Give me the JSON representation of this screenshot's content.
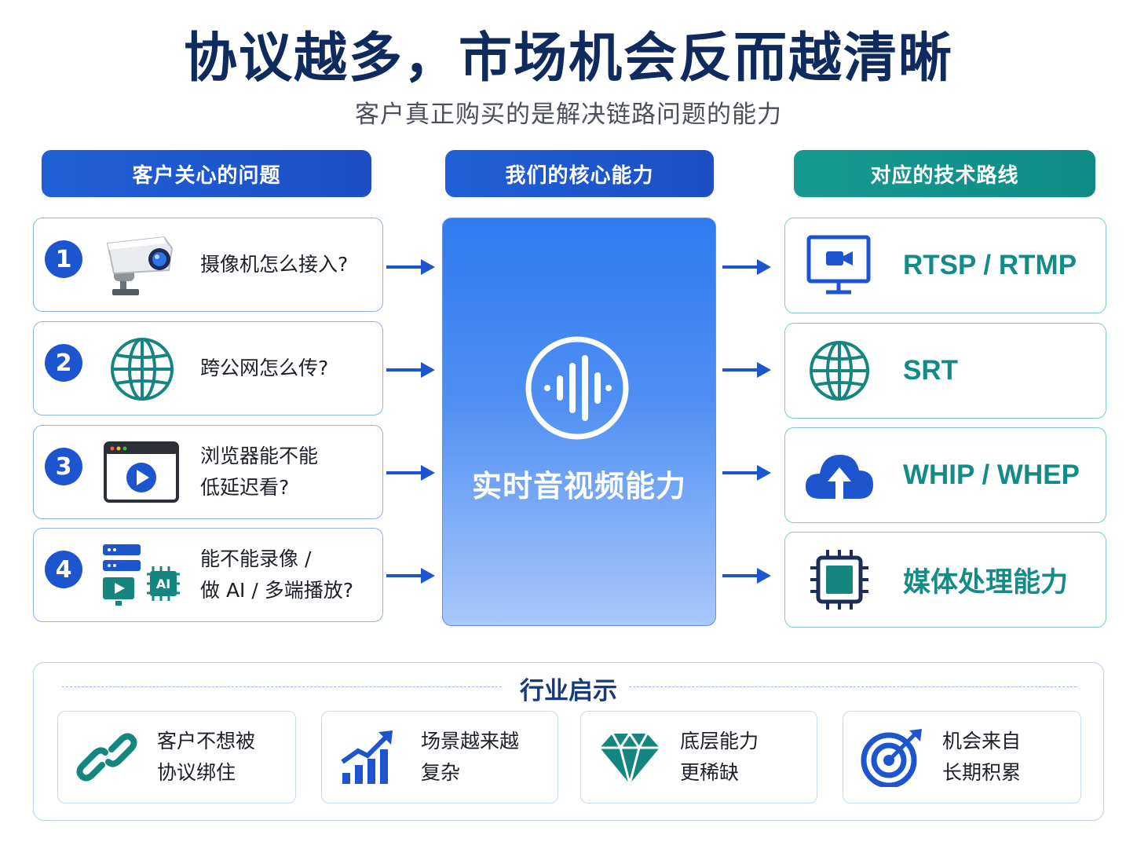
{
  "title": "协议越多，市场机会反而越清晰",
  "subtitle": "客户真正购买的是解决链路问题的能力",
  "columns": {
    "left": "客户关心的问题",
    "middle": "我们的核心能力",
    "right": "对应的技术路线"
  },
  "questions": [
    {
      "num": "1",
      "line1": "摄像机怎么接入?",
      "line2": "",
      "icon": "security-camera-icon"
    },
    {
      "num": "2",
      "line1": "跨公网怎么传?",
      "line2": "",
      "icon": "globe-icon"
    },
    {
      "num": "3",
      "line1": "浏览器能不能",
      "line2": "低延迟看?",
      "icon": "browser-play-icon"
    },
    {
      "num": "4",
      "line1": "能不能录像 /",
      "line2": "做 AI / 多端播放?",
      "icon": "server-ai-icon"
    }
  ],
  "core": {
    "label": "实时音视频能力",
    "icon": "audio-wave-icon"
  },
  "tech": [
    {
      "label": "RTSP / RTMP",
      "icon": "monitor-camera-icon"
    },
    {
      "label": "SRT",
      "icon": "globe-icon"
    },
    {
      "label": "WHIP / WHEP",
      "icon": "cloud-upload-icon"
    },
    {
      "label": "媒体处理能力",
      "icon": "chip-icon"
    }
  ],
  "insights": {
    "title": "行业启示",
    "items": [
      {
        "line1": "客户不想被",
        "line2": "协议绑住",
        "icon": "link-icon"
      },
      {
        "line1": "场景越来越",
        "line2": "复杂",
        "icon": "growth-chart-icon"
      },
      {
        "line1": "底层能力",
        "line2": "更稀缺",
        "icon": "diamond-icon"
      },
      {
        "line1": "机会来自",
        "line2": "长期积累",
        "icon": "target-icon"
      }
    ]
  },
  "colors": {
    "blue": "#1d55cf",
    "teal": "#138b87",
    "navy": "#0f2a5c"
  }
}
